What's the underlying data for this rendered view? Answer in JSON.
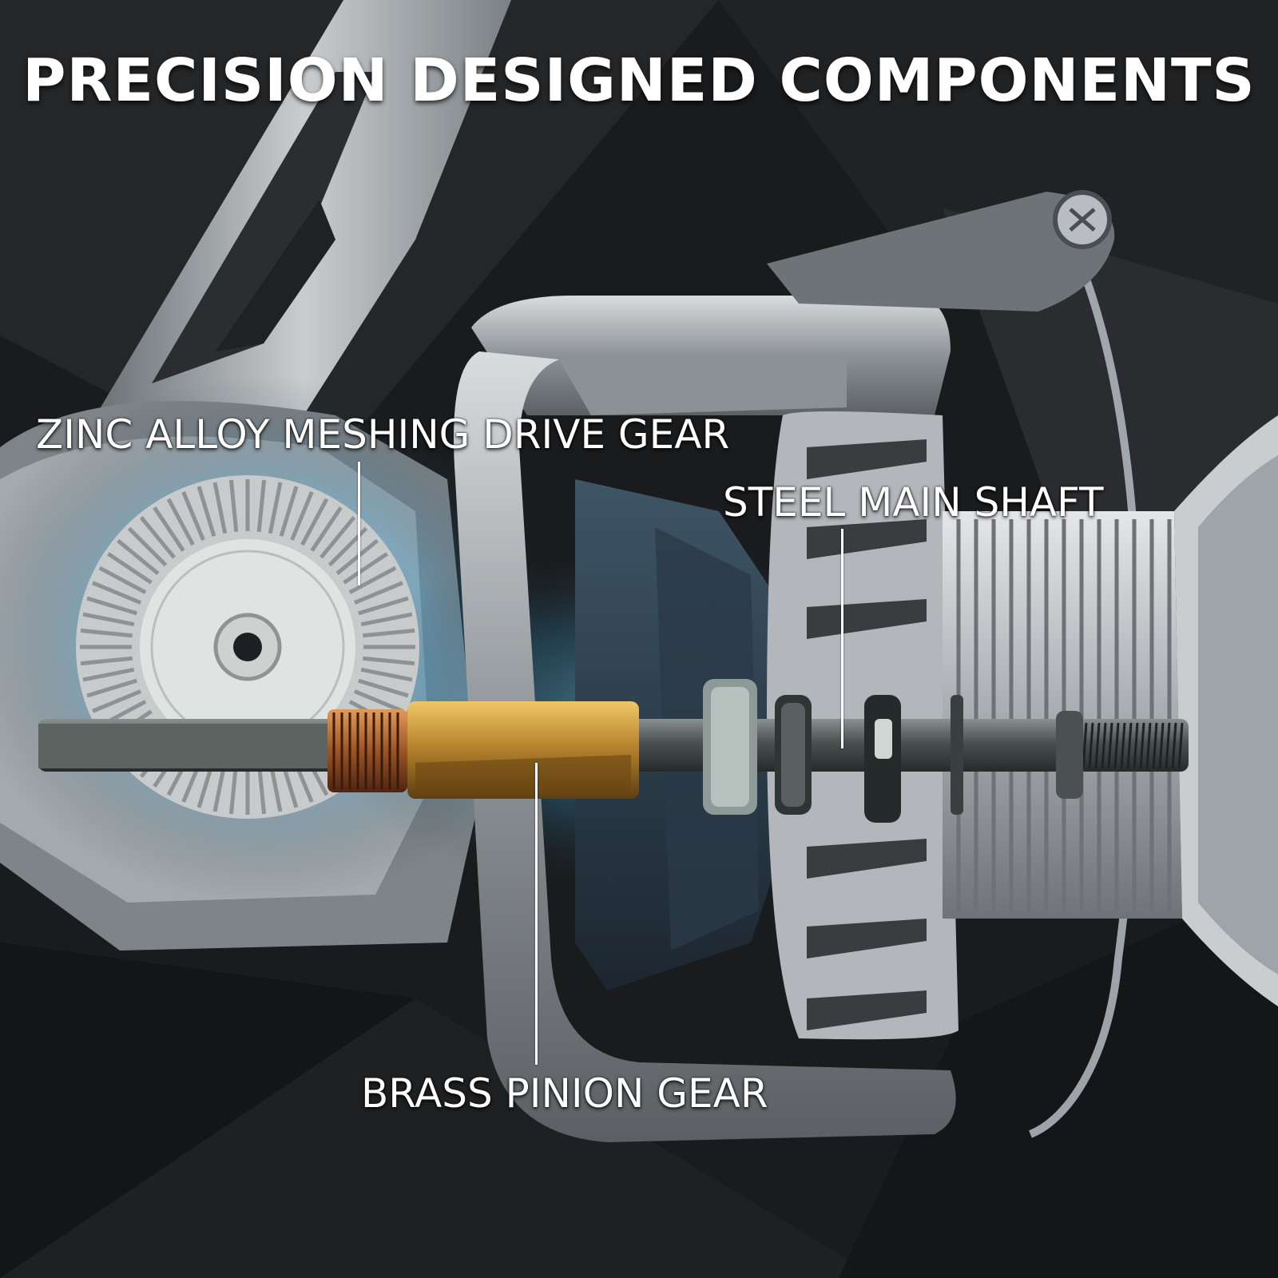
{
  "title": "PRECISION DESIGNED COMPONENTS",
  "callouts": {
    "drive_gear": "ZINC ALLOY MESHING DRIVE GEAR",
    "main_shaft": "STEEL MAIN SHAFT",
    "pinion_gear": "BRASS PINION GEAR"
  },
  "colors": {
    "background": "#1a1b1d",
    "metal": "#9ea3a7",
    "brass": "#b8862e",
    "glow": "#6fd3ff"
  }
}
